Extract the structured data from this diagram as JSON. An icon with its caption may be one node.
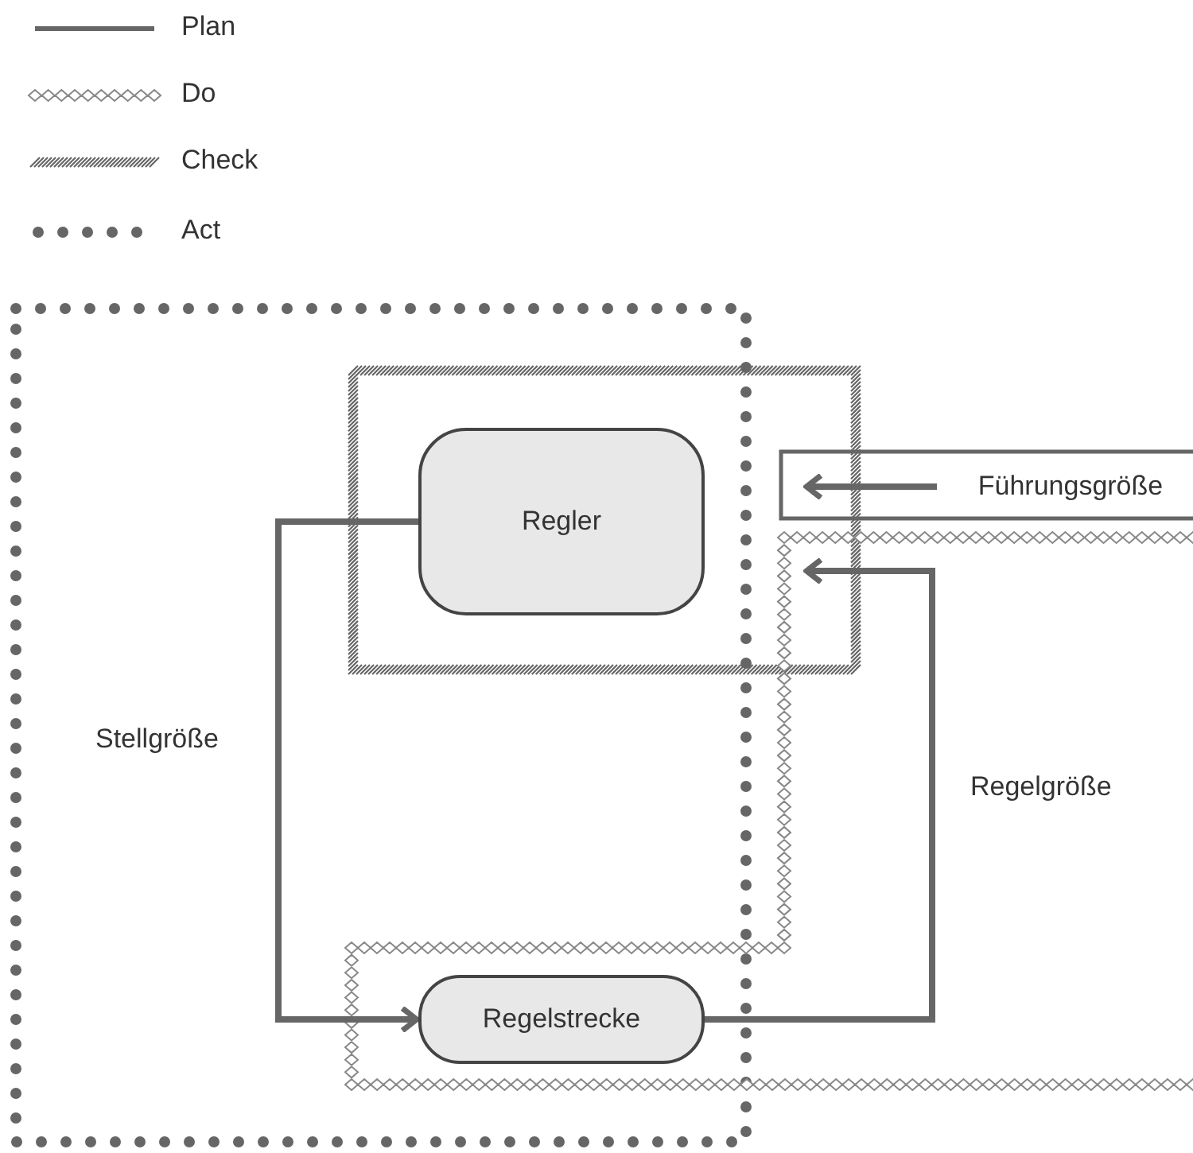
{
  "diagram": {
    "nodes": [
      {
        "text": [
          "Regler"
        ]
      },
      {
        "text": [
          "Regelstrecke"
        ]
      },
      {
        "text": [
          "Führungsgröße"
        ]
      }
    ],
    "edges": [
      {
        "from": 0,
        "to": 1,
        "arrow": "to"
      },
      {
        "from": 1,
        "to": null,
        "arrow": "to"
      },
      {
        "from": 2,
        "to": null,
        "arrow": "to"
      }
    ],
    "labels": [
      "Stellgröße",
      "Regelgröße"
    ],
    "legend": [
      {
        "text": "Plan"
      },
      {
        "text": "Do"
      },
      {
        "text": "Check"
      },
      {
        "text": "Act"
      }
    ]
  }
}
